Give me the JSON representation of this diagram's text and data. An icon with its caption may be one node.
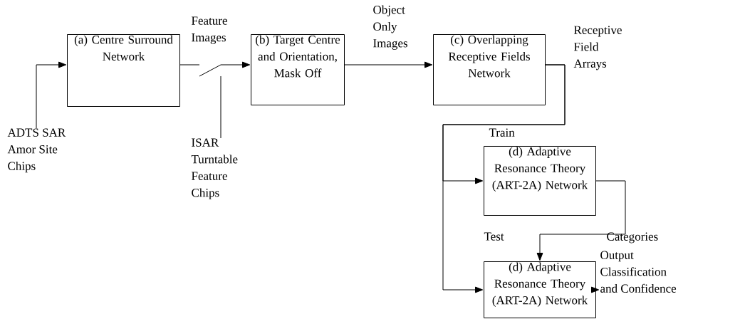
{
  "diagram": {
    "nodes": [
      {
        "text": [
          "ADTS SAR Amor Site Chips"
        ]
      },
      {
        "text": [
          "(a) Centre Surround Network"
        ]
      },
      {
        "text": [],
        "shape": "switch"
      },
      {
        "text": [
          "ISAR Turntable Feature Chips"
        ]
      },
      {
        "text": [
          "(b) Target Centre and Orientation, Mask Off"
        ]
      },
      {
        "text": [
          "(c) Overlapping Receptive Fields Network"
        ],
        "beside": [
          "Receptive Field Arrays"
        ]
      },
      {
        "text": [
          "(d) Adaptive Resonance Theory (ART-2A) Network"
        ]
      },
      {
        "text": [
          "(d) Adaptive Resonance Theory (ART-2A) Network"
        ]
      },
      {
        "text": [
          "Output Classification and Confidence"
        ]
      }
    ],
    "edges": [
      {
        "from": 0,
        "to": 1,
        "arrow": "to"
      },
      {
        "from": 1,
        "to": 2,
        "arrow": "none",
        "label": "Feature Images"
      },
      {
        "from": 3,
        "to": 2,
        "arrow": "none"
      },
      {
        "from": 2,
        "to": 4,
        "arrow": "to"
      },
      {
        "from": 4,
        "to": 5,
        "arrow": "to",
        "label": "Object Only Images"
      },
      {
        "from": 5,
        "to": 6,
        "arrow": "to",
        "label": "Train"
      },
      {
        "from": 5,
        "to": 7,
        "arrow": "to",
        "label": "Test"
      },
      {
        "from": 6,
        "to": 7,
        "arrow": "to",
        "label": "Categories"
      },
      {
        "from": 7,
        "to": 8,
        "arrow": "to"
      }
    ]
  }
}
